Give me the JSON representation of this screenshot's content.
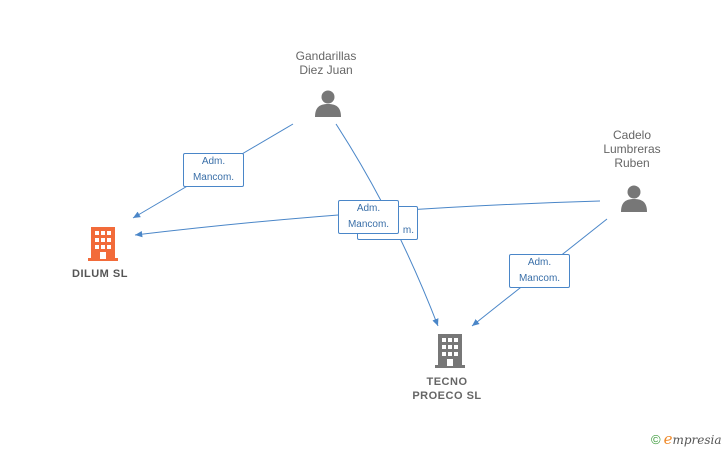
{
  "nodes": {
    "gandarillas": {
      "line1": "Gandarillas",
      "line2": "Diez Juan"
    },
    "cadelo": {
      "line1": "Cadelo",
      "line2": "Lumbreras",
      "line3": "Ruben"
    },
    "dilum": {
      "name": "DILUM  SL"
    },
    "tecno": {
      "line1": "TECNO",
      "line2": "PROECO  SL"
    }
  },
  "edges": {
    "e1": {
      "line1": "Adm.",
      "line2": "Mancom."
    },
    "e2": {
      "line1": "Adm.",
      "line2": "Mancom."
    },
    "e3": {
      "line1": "Adm.",
      "line2": "Mancom."
    },
    "e4": {
      "line1": "Adm.",
      "line2": "Mancom."
    },
    "e4_back_partial": "m."
  },
  "colors": {
    "edge": "#4a86c8",
    "person_icon": "#777777",
    "main_company": "#f26b3a",
    "other_company": "#777777"
  },
  "brand": {
    "copyright": "©",
    "e_letter": "e",
    "rest": "mpresia"
  }
}
